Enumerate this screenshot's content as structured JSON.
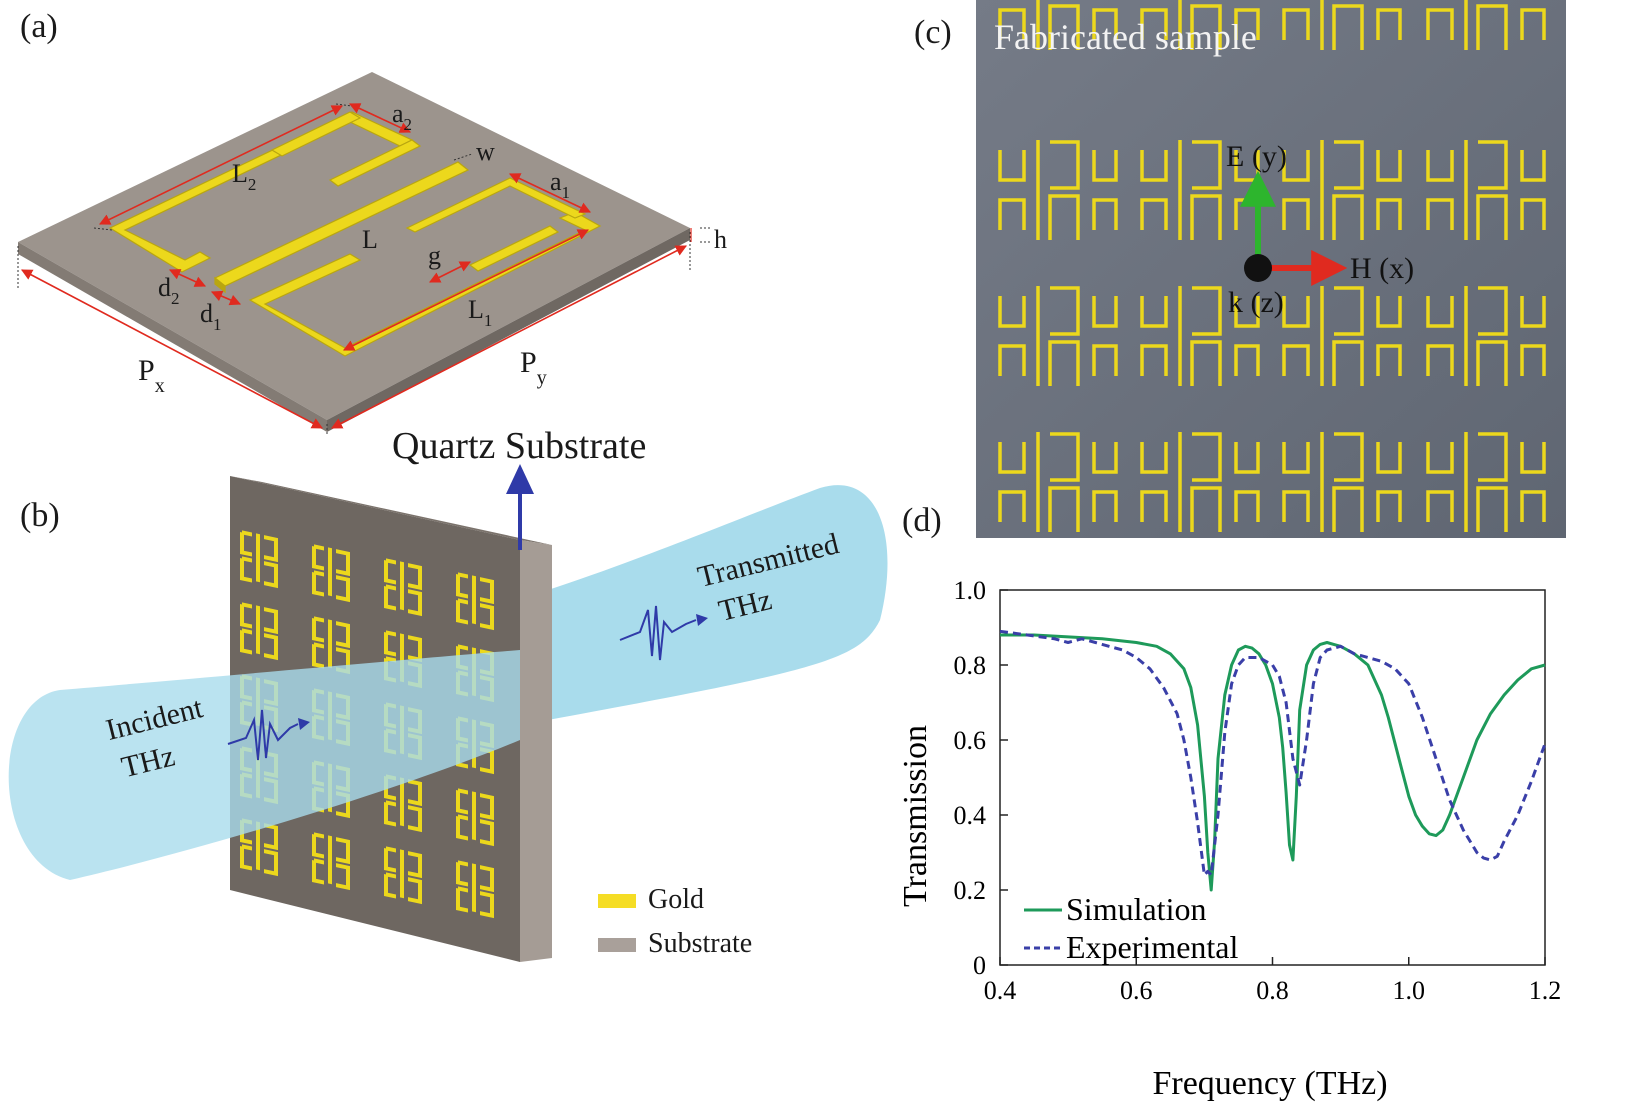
{
  "colors": {
    "gold": "#ecd81c",
    "gold_dark": "#b9a610",
    "substrate_top": "#9c948d",
    "substrate_side": "#7b736c",
    "arrow_red": "#e02a1f",
    "beam": "#a9dcec",
    "sim": "#1e9a5a",
    "exp": "#3a3fa8",
    "photo_bg": "#6d7481"
  },
  "panel_a": {
    "label": "(a)",
    "dims": {
      "a2_main": "a",
      "a2_sub": "2",
      "w": "w",
      "a1_main": "a",
      "a1_sub": "1",
      "L2_main": "L",
      "L2_sub": "2",
      "L": "L",
      "h": "h",
      "g": "g",
      "d2_main": "d",
      "d2_sub": "2",
      "d1_main": "d",
      "d1_sub": "1",
      "L1_main": "L",
      "L1_sub": "1",
      "Px_main": "P",
      "Px_sub": "x",
      "Py_main": "P",
      "Py_sub": "y"
    }
  },
  "panel_b": {
    "label": "(b)",
    "substrate_title": "Quartz Substrate",
    "transmitted_line1": "Transmitted",
    "transmitted_line2": "THz",
    "incident_line1": "Incident",
    "incident_line2": "THz",
    "legend": [
      {
        "label": "Gold",
        "color": "#f5dd25"
      },
      {
        "label": "Substrate",
        "color": "#a9a09a"
      }
    ]
  },
  "panel_c": {
    "label": "(c)",
    "caption": "Fabricated sample",
    "axis_e": "E (y)",
    "axis_h": "H (x)",
    "axis_k": "k (z)"
  },
  "panel_d": {
    "label": "(d)"
  },
  "chart_data": {
    "type": "line",
    "title": "",
    "xlabel": "Frequency (THz)",
    "ylabel": "Transmission",
    "xlim": [
      0.4,
      1.2
    ],
    "ylim": [
      0,
      1.0
    ],
    "xticks": [
      0.4,
      0.6,
      0.8,
      1.0,
      1.2
    ],
    "xtick_labels": [
      "0.4",
      "0.6",
      "0.8",
      "1.0",
      "1.2"
    ],
    "yticks": [
      0,
      0.2,
      0.4,
      0.6,
      0.8,
      1.0
    ],
    "ytick_labels": [
      "0",
      "0.2",
      "0.4",
      "0.6",
      "0.8",
      "1.0"
    ],
    "legend_position": "bottom-left",
    "series": [
      {
        "name": "Simulation",
        "style": "solid",
        "color": "#1e9a5a",
        "x": [
          0.4,
          0.45,
          0.5,
          0.55,
          0.6,
          0.63,
          0.65,
          0.67,
          0.68,
          0.69,
          0.7,
          0.705,
          0.71,
          0.715,
          0.72,
          0.73,
          0.74,
          0.75,
          0.76,
          0.77,
          0.78,
          0.79,
          0.8,
          0.81,
          0.815,
          0.82,
          0.825,
          0.83,
          0.835,
          0.84,
          0.85,
          0.86,
          0.87,
          0.88,
          0.89,
          0.9,
          0.92,
          0.94,
          0.96,
          0.97,
          0.98,
          0.99,
          1.0,
          1.01,
          1.02,
          1.03,
          1.04,
          1.05,
          1.06,
          1.08,
          1.1,
          1.12,
          1.14,
          1.16,
          1.18,
          1.2
        ],
        "y": [
          0.88,
          0.88,
          0.875,
          0.87,
          0.86,
          0.85,
          0.83,
          0.79,
          0.74,
          0.64,
          0.45,
          0.3,
          0.2,
          0.33,
          0.55,
          0.72,
          0.8,
          0.84,
          0.85,
          0.845,
          0.83,
          0.8,
          0.75,
          0.66,
          0.58,
          0.46,
          0.32,
          0.28,
          0.45,
          0.68,
          0.8,
          0.84,
          0.855,
          0.86,
          0.855,
          0.85,
          0.83,
          0.8,
          0.72,
          0.66,
          0.59,
          0.52,
          0.45,
          0.4,
          0.37,
          0.35,
          0.345,
          0.36,
          0.4,
          0.5,
          0.6,
          0.67,
          0.72,
          0.76,
          0.79,
          0.8
        ]
      },
      {
        "name": "Experimental",
        "style": "dashed",
        "color": "#3a3fa8",
        "x": [
          0.4,
          0.44,
          0.48,
          0.5,
          0.52,
          0.54,
          0.56,
          0.58,
          0.6,
          0.62,
          0.64,
          0.66,
          0.67,
          0.68,
          0.69,
          0.7,
          0.705,
          0.71,
          0.72,
          0.73,
          0.74,
          0.75,
          0.76,
          0.78,
          0.8,
          0.81,
          0.82,
          0.83,
          0.84,
          0.85,
          0.86,
          0.87,
          0.88,
          0.9,
          0.92,
          0.94,
          0.96,
          0.98,
          1.0,
          1.02,
          1.04,
          1.06,
          1.08,
          1.1,
          1.11,
          1.12,
          1.13,
          1.14,
          1.16,
          1.18,
          1.2
        ],
        "y": [
          0.89,
          0.88,
          0.87,
          0.86,
          0.87,
          0.86,
          0.85,
          0.84,
          0.82,
          0.79,
          0.74,
          0.67,
          0.6,
          0.5,
          0.38,
          0.24,
          0.25,
          0.24,
          0.4,
          0.62,
          0.75,
          0.8,
          0.82,
          0.82,
          0.8,
          0.77,
          0.7,
          0.55,
          0.48,
          0.6,
          0.75,
          0.82,
          0.84,
          0.85,
          0.83,
          0.82,
          0.81,
          0.79,
          0.75,
          0.66,
          0.55,
          0.44,
          0.36,
          0.3,
          0.285,
          0.28,
          0.29,
          0.33,
          0.4,
          0.49,
          0.59
        ]
      }
    ]
  }
}
